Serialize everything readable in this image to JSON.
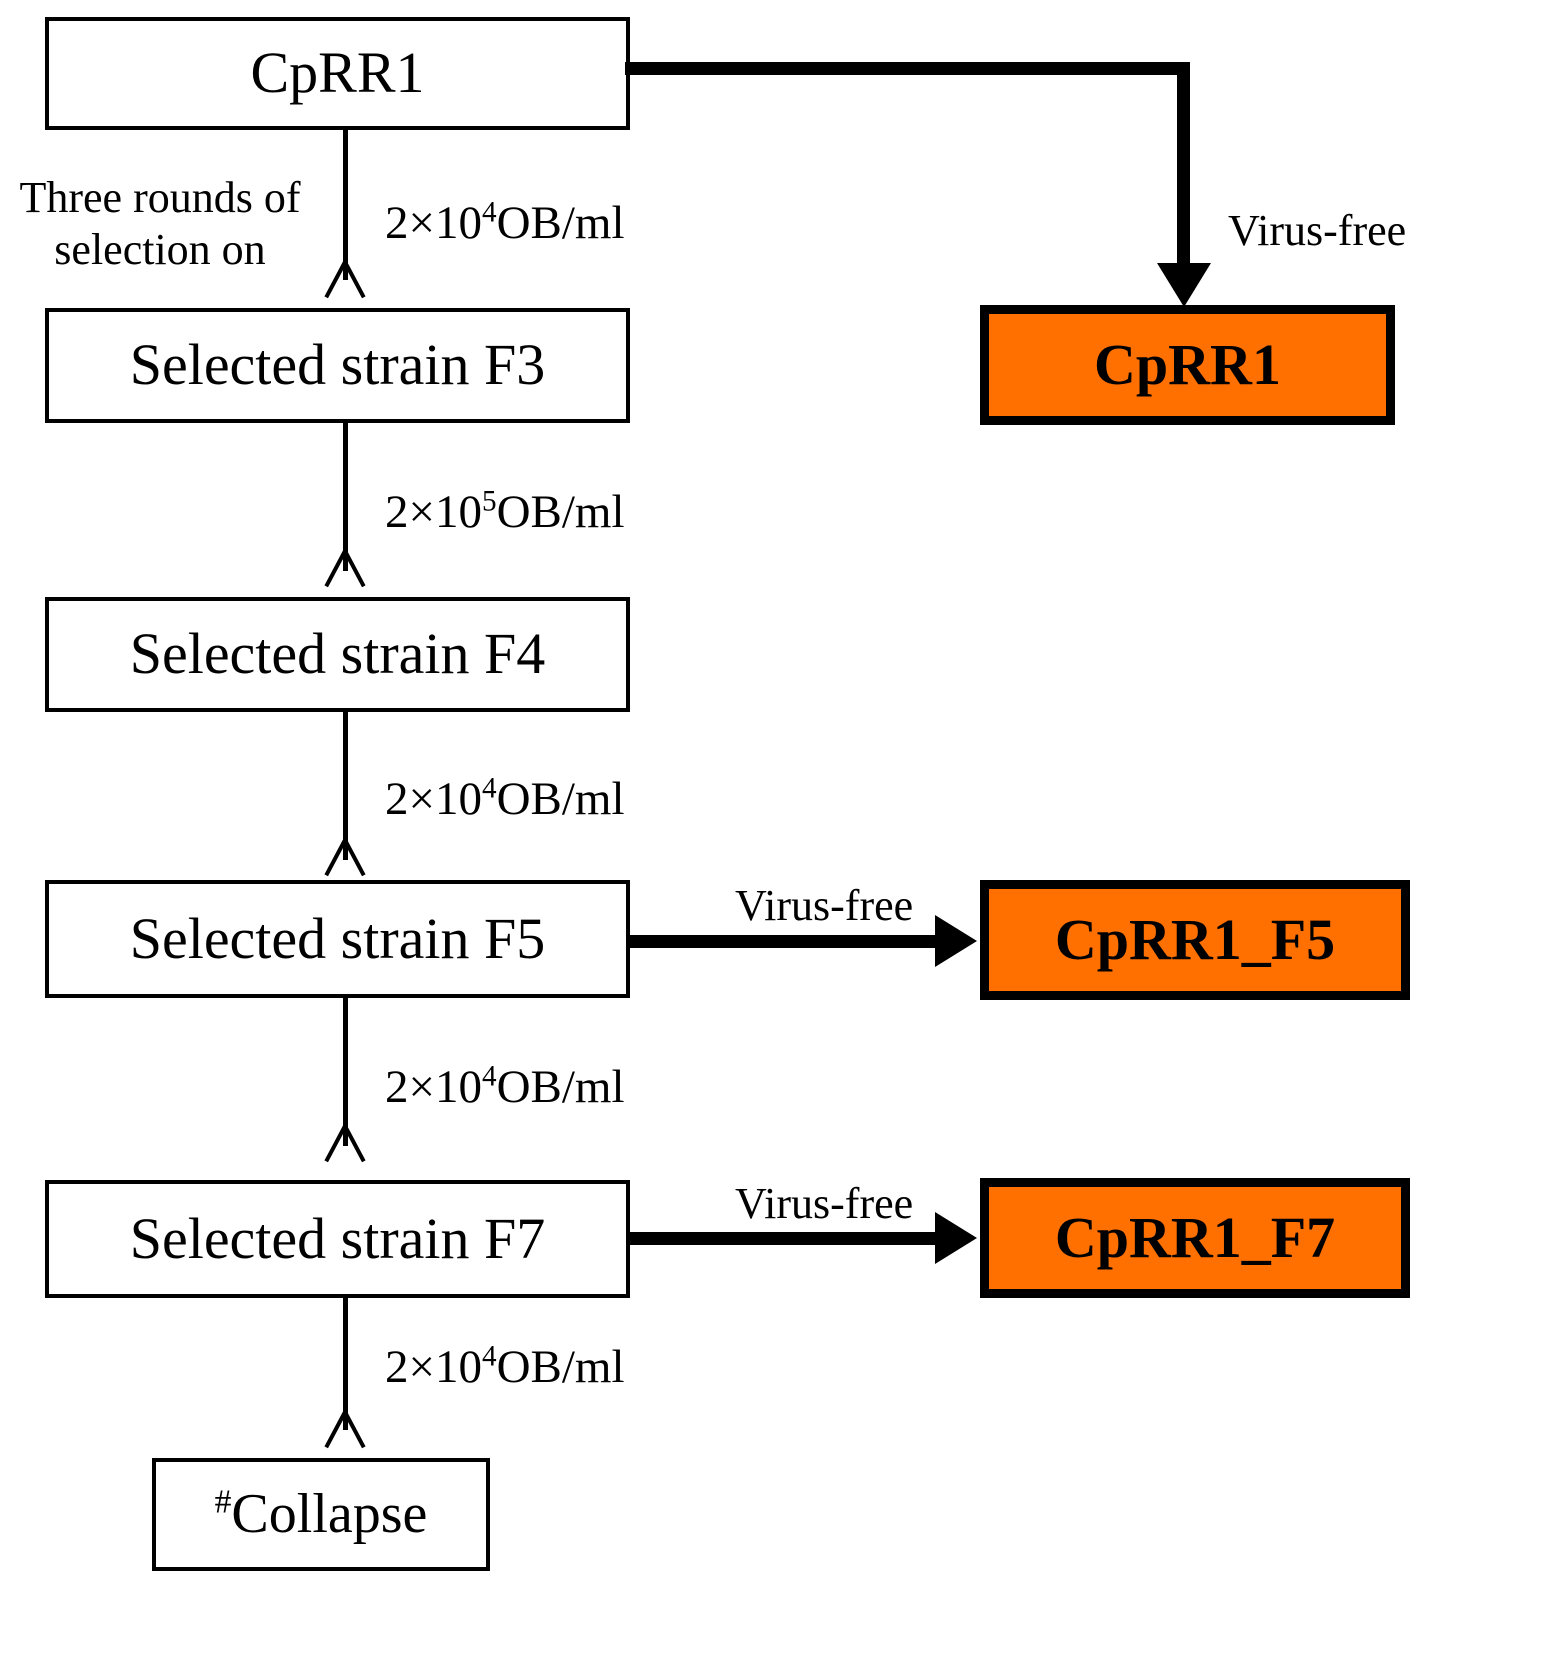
{
  "diagram": {
    "title": "CpRR1 selection scheme",
    "accent_color": "#FF7000",
    "line_color": "#000000",
    "background": "#ffffff"
  },
  "nodes": {
    "source": {
      "label": "CpRR1"
    },
    "f3": {
      "label": "Selected strain F3"
    },
    "f4": {
      "label": "Selected strain F4"
    },
    "f5": {
      "label": "Selected strain F5"
    },
    "f7": {
      "label": "Selected strain F7"
    },
    "collapse": {
      "hash": "#",
      "label": "Collapse"
    },
    "product_cprr1": {
      "label": "CpRR1"
    },
    "product_f5": {
      "label": "CpRR1_F5"
    },
    "product_f7": {
      "label": "CpRR1_F7"
    }
  },
  "labels": {
    "selection_note": "Three rounds of\nselection on",
    "dose_1": {
      "base": "2×10",
      "exp": "4",
      "unit": "OB/ml"
    },
    "dose_2": {
      "base": "2×10",
      "exp": "5",
      "unit": "OB/ml"
    },
    "dose_3": {
      "base": "2×10",
      "exp": "4",
      "unit": "OB/ml"
    },
    "dose_4": {
      "base": "2×10",
      "exp": "4",
      "unit": "OB/ml"
    },
    "dose_5": {
      "base": "2×10",
      "exp": "4",
      "unit": "OB/ml"
    },
    "virus_free_top": "Virus-free",
    "virus_free_f5": "Virus-free",
    "virus_free_f7": "Virus-free"
  }
}
